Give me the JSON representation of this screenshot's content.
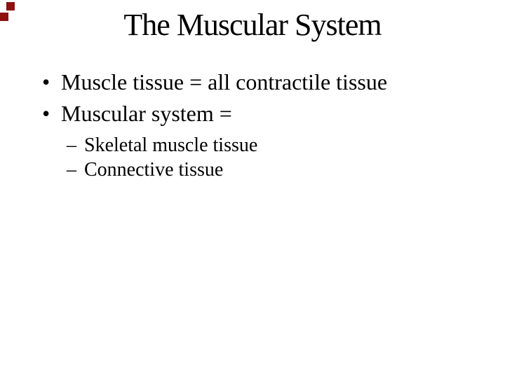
{
  "slide": {
    "title": "The Muscular System",
    "bullets": [
      {
        "level": 1,
        "marker": "•",
        "text": "Muscle tissue = all contractile tissue"
      },
      {
        "level": 1,
        "marker": "•",
        "text": "Muscular system ="
      },
      {
        "level": 2,
        "marker": "–",
        "text": "Skeletal muscle tissue"
      },
      {
        "level": 2,
        "marker": "–",
        "text": "Connective tissue"
      }
    ],
    "colors": {
      "background": "#ffffff",
      "text": "#000000",
      "decorative_square": "#8F1010"
    }
  }
}
